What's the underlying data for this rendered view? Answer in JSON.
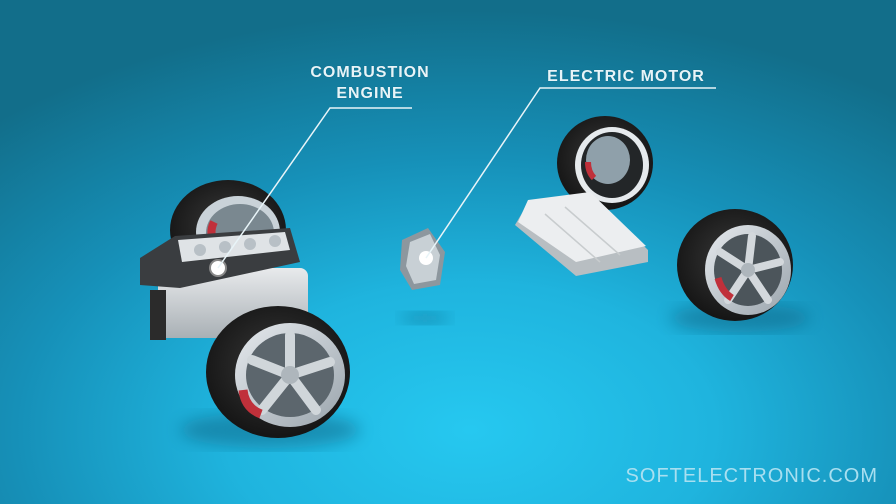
{
  "labels": {
    "combustion_line1": "COMBUSTION",
    "combustion_line2": "ENGINE",
    "electric": "ELECTRIC MOTOR"
  },
  "watermark": "SOFTELECTRONIC.COM",
  "colors": {
    "bg_top": "#126e8a",
    "bg_center": "#26c8f0",
    "label_text": "#e8f4f8",
    "brake_red": "#c0303a"
  }
}
